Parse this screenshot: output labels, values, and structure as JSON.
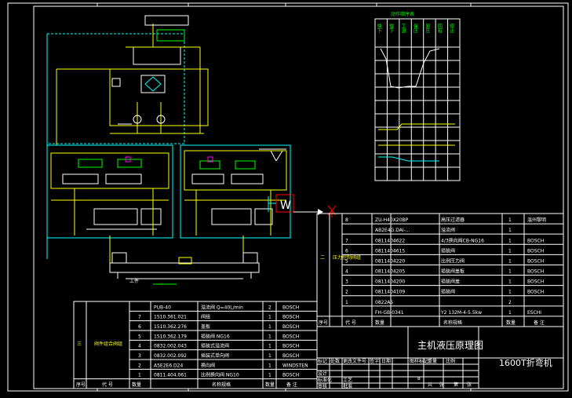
{
  "drawing": {
    "title_main": "主机液压原理图",
    "title_machine": "1600T折弯机",
    "legend_title": "动作顺序表",
    "legend_cols": [
      "快下",
      "慢下",
      "工进",
      "保压",
      "卸压",
      "回程",
      "停止"
    ],
    "workpiece_label": "工件"
  },
  "parts_right": {
    "group_no": "二",
    "group_name": "压力控制阀组",
    "rows": [
      {
        "no": "8",
        "code": "ZU-H40X20BP",
        "qty": "",
        "name": "高压过滤器",
        "qty2": "1",
        "note": "温州黎明"
      },
      {
        "no": "",
        "code": "AB2E4G.DAI-...",
        "qty": "",
        "name": "溢流阀",
        "qty2": "1",
        "note": ""
      },
      {
        "no": "7",
        "code": "0811404622",
        "qty": "",
        "name": "4/3换向阀CB-NG16",
        "qty2": "1",
        "note": "BOSCH"
      },
      {
        "no": "6",
        "code": "0811404615",
        "qty": "",
        "name": "插装阀",
        "qty2": "1",
        "note": "BOSCH"
      },
      {
        "no": "5",
        "code": "0811404220",
        "qty": "",
        "name": "比例压力阀",
        "qty2": "1",
        "note": "BOSCH"
      },
      {
        "no": "4",
        "code": "0811404205",
        "qty": "",
        "name": "插装阀盖板",
        "qty2": "1",
        "note": "BOSCH"
      },
      {
        "no": "3",
        "code": "0811404200",
        "qty": "",
        "name": "插装阀盖",
        "qty2": "1",
        "note": "BOSCH"
      },
      {
        "no": "2",
        "code": "0811404109",
        "qty": "",
        "name": "插装阀",
        "qty2": "1",
        "note": "BOSCH"
      },
      {
        "no": "1",
        "code": "0822A5",
        "qty": "",
        "name": "",
        "qty2": "2",
        "note": ""
      },
      {
        "no": "",
        "code": "FH-GB-0341",
        "qty": "",
        "name": "Y2 132M-4-5.5kw",
        "qty2": "1",
        "note": "ESCHI"
      }
    ],
    "header": [
      "序号",
      "代 号",
      "数量",
      "名称规格",
      "数量",
      "备 注"
    ]
  },
  "parts_left": {
    "group_no": "三",
    "group_name": "阀件组合阀组",
    "rows": [
      {
        "no": "",
        "code": "PUB-40",
        "name": "溢流阀 Q=40L/min",
        "qty": "2",
        "note": "BOSCH"
      },
      {
        "no": "7",
        "code": "1510.361.021",
        "name": "阀组",
        "qty": "1",
        "note": "BOSCH"
      },
      {
        "no": "6",
        "code": "1510.362.276",
        "name": "盖板",
        "qty": "1",
        "note": "BOSCH"
      },
      {
        "no": "5",
        "code": "1510.362.179",
        "name": "插装阀 NG16",
        "qty": "1",
        "note": "BOSCH"
      },
      {
        "no": "4",
        "code": "0832.002.043",
        "name": "插装式溢流阀",
        "qty": "1",
        "note": "BOSCH"
      },
      {
        "no": "3",
        "code": "0832.002.092",
        "name": "插装式单向阀",
        "qty": "1",
        "note": "BOSCH"
      },
      {
        "no": "2",
        "code": "A5E2E6.D24",
        "name": "换向阀",
        "qty": "1",
        "note": "WINDSTEN"
      },
      {
        "no": "1",
        "code": "0811.404.061",
        "name": "比例换向阀 NG10",
        "qty": "1",
        "note": "BOSCH"
      }
    ],
    "header": [
      "序号",
      "代 号",
      "数量",
      "名称规格",
      "数量",
      "备 注"
    ]
  },
  "title_block": {
    "labels": [
      "标记",
      "处数",
      "更改文件号",
      "签字",
      "日期",
      "图样标记",
      "重量",
      "比例",
      "设计",
      "标准化",
      "审核",
      "工艺",
      "批准",
      "共",
      "张",
      "第",
      "张"
    ],
    "scale_value": "8"
  }
}
